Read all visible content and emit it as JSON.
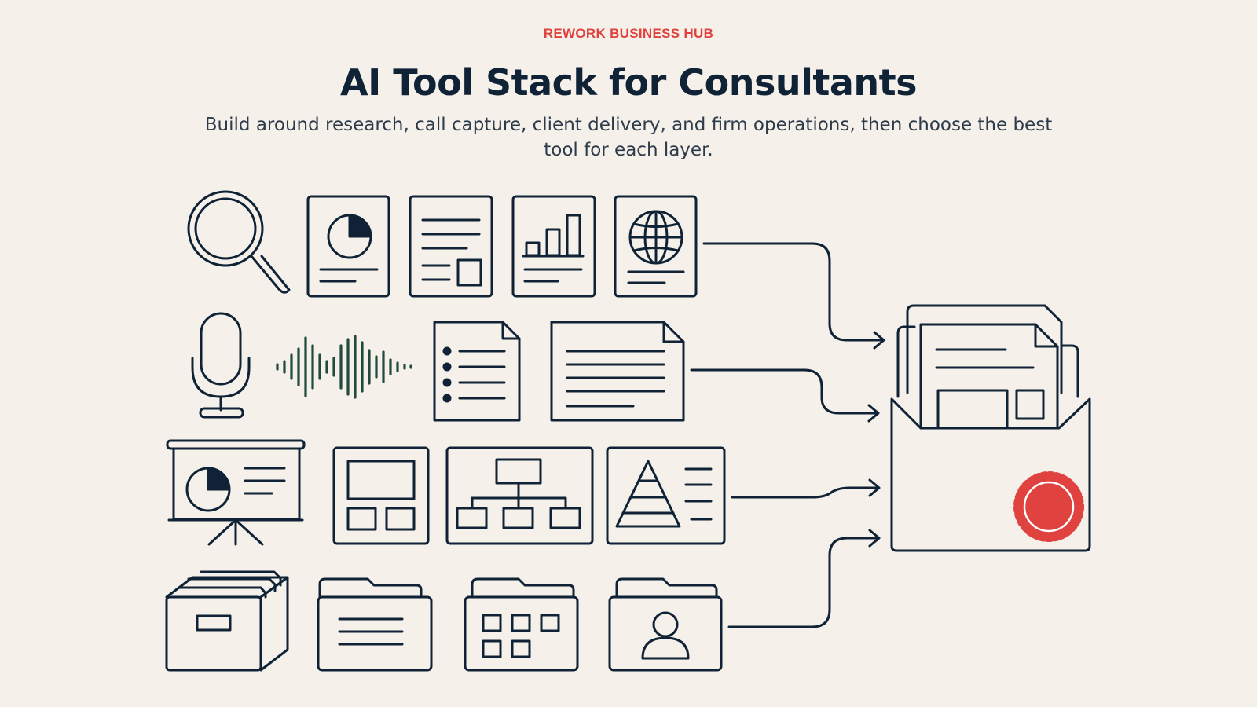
{
  "header": {
    "brand": "REWORK BUSINESS HUB",
    "title": "AI Tool Stack for Consultants",
    "subtitle": "Build around research, call capture, client delivery, and firm operations, then choose the best tool for each layer."
  },
  "colors": {
    "ink": "#0f2236",
    "accent": "#e0433f",
    "background": "#f5f1ea",
    "waveform": "#1f4a3c"
  },
  "rows": [
    {
      "layer": "research",
      "icons": [
        "magnifier-icon",
        "pie-chart-document-icon",
        "text-layout-document-icon",
        "bar-chart-document-icon",
        "globe-document-icon"
      ]
    },
    {
      "layer": "call-capture",
      "icons": [
        "microphone-icon",
        "audio-waveform-icon",
        "bullet-list-document-icon",
        "transcript-document-icon"
      ]
    },
    {
      "layer": "client-delivery",
      "icons": [
        "presentation-board-icon",
        "wireframe-panel-icon",
        "org-chart-panel-icon",
        "pyramid-panel-icon"
      ]
    },
    {
      "layer": "firm-operations",
      "icons": [
        "file-box-icon",
        "text-folder-icon",
        "grid-folder-icon",
        "contact-folder-icon"
      ]
    }
  ],
  "destination": {
    "icon": "sealed-envelope-deliverable-icon"
  }
}
